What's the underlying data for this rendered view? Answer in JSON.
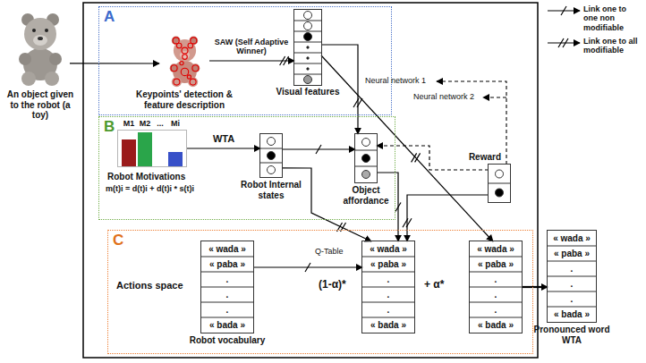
{
  "diagram": {
    "nodes": [
      {
        "text": [
          "An object given to the robot (a toy)"
        ]
      },
      {
        "text": [
          "A"
        ]
      },
      {
        "text": [
          "Keypoints' detection & feature description"
        ],
        "in": 1
      },
      {
        "text": [
          "Visual features"
        ],
        "in": 1
      },
      {
        "text": [
          "B"
        ]
      },
      {
        "text": [
          "M1",
          "M2",
          "...",
          "Mi",
          "Robot Motivations",
          "m(t)i = d(t)i + d(t)i * s(t)i"
        ],
        "in": 4
      },
      {
        "text": [
          "Robot Internal states"
        ],
        "in": 4
      },
      {
        "text": [
          "Object affordance"
        ],
        "in": 4
      },
      {
        "text": [
          "Reward"
        ]
      },
      {
        "text": [
          "C"
        ]
      },
      {
        "text": [
          "« wada »",
          "« paba »",
          ".",
          ".",
          ".",
          "« bada »",
          "Robot vocabulary"
        ],
        "in": 9
      },
      {
        "text": [
          "« wada »",
          "« paba »",
          ".",
          ".",
          ".",
          "« bada »"
        ],
        "in": 9
      },
      {
        "text": [
          "« wada »",
          "« paba »",
          ".",
          ".",
          ".",
          "« bada »"
        ],
        "in": 9
      },
      {
        "text": [
          "« wada »",
          "« paba »",
          ".",
          ".",
          ".",
          "« bada »",
          "Pronounced word WTA"
        ]
      }
    ],
    "edges": [
      {
        "from": 0,
        "to": 2,
        "arrow": "to"
      },
      {
        "from": 2,
        "to": 3,
        "label": "SAW (Self Adaptive Winner)",
        "arrow": "to"
      },
      {
        "from": 5,
        "to": 6,
        "label": "WTA",
        "arrow": "to"
      },
      {
        "from": 6,
        "to": 7,
        "arrow": "to"
      },
      {
        "from": 3,
        "to": 7,
        "arrow": "to"
      },
      {
        "from": 3,
        "to": 12,
        "arrow": "to"
      },
      {
        "from": 6,
        "to": 11,
        "arrow": "to"
      },
      {
        "from": 7,
        "to": 11,
        "arrow": "to"
      },
      {
        "from": 8,
        "to": 11,
        "arrow": "to"
      },
      {
        "from": 8,
        "to": 7,
        "arrow": "to"
      },
      {
        "from": 10,
        "to": 11,
        "arrow": "to"
      },
      {
        "from": 12,
        "to": 13,
        "arrow": "to"
      }
    ],
    "labels": [
      "Neural network 1",
      "Neural network 2",
      "Q-Table",
      "Actions space",
      "(1-α)*",
      "+ α*"
    ],
    "legend": [
      {
        "text": "Link one to one non modifiable"
      },
      {
        "text": "Link one to all modifiable"
      }
    ]
  }
}
